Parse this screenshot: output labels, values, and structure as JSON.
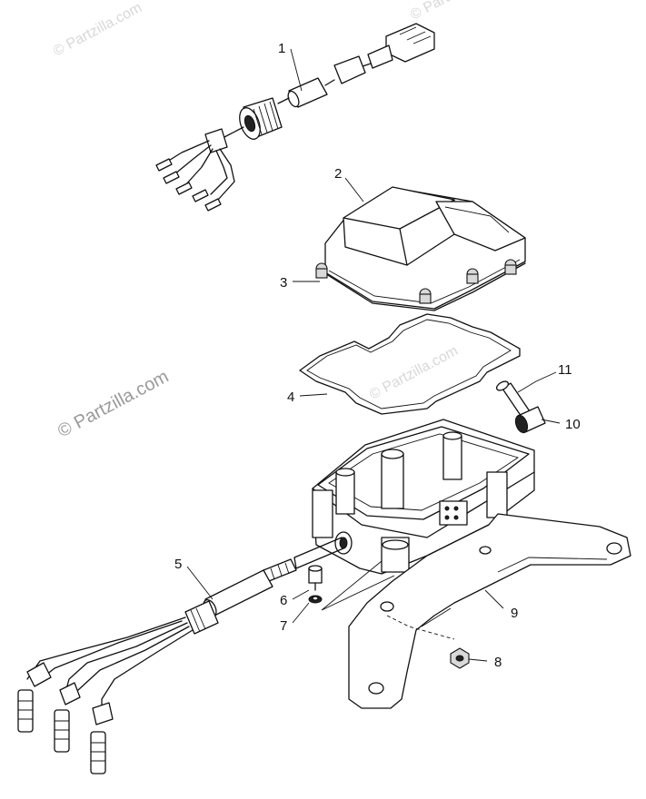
{
  "watermarks": {
    "main": "© Partzilla.com",
    "faint": "© Partzilla.com"
  },
  "callouts": [
    {
      "id": "1",
      "label": "1"
    },
    {
      "id": "2",
      "label": "2"
    },
    {
      "id": "3",
      "label": "3"
    },
    {
      "id": "4",
      "label": "4"
    },
    {
      "id": "5",
      "label": "5"
    },
    {
      "id": "6",
      "label": "6"
    },
    {
      "id": "7",
      "label": "7"
    },
    {
      "id": "8",
      "label": "8"
    },
    {
      "id": "9",
      "label": "9"
    },
    {
      "id": "10",
      "label": "10"
    },
    {
      "id": "11",
      "label": "11"
    }
  ]
}
